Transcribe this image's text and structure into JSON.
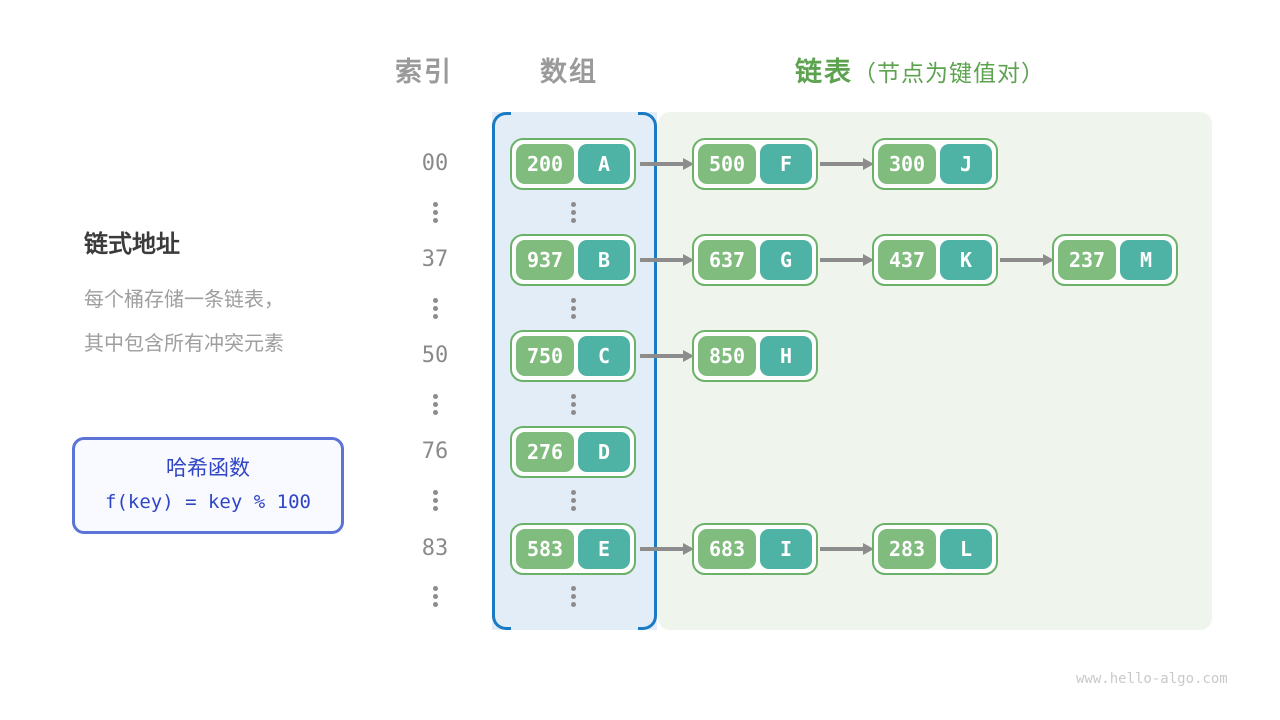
{
  "headers": {
    "index": "索引",
    "array": "数组",
    "list": "链表",
    "list_note": "（节点为键值对）"
  },
  "sidebar": {
    "title": "链式地址",
    "desc_line1": "每个桶存储一条链表，",
    "desc_line2": "其中包含所有冲突元素",
    "hash_box": {
      "title": "哈希函数",
      "formula": "f(key) = key % 100"
    }
  },
  "diagram": {
    "rows": [
      {
        "index": "00",
        "bucket": {
          "key": "200",
          "val": "A"
        },
        "chain": [
          {
            "key": "500",
            "val": "F"
          },
          {
            "key": "300",
            "val": "J"
          }
        ]
      },
      {
        "index": "37",
        "bucket": {
          "key": "937",
          "val": "B"
        },
        "chain": [
          {
            "key": "637",
            "val": "G"
          },
          {
            "key": "437",
            "val": "K"
          },
          {
            "key": "237",
            "val": "M"
          }
        ]
      },
      {
        "index": "50",
        "bucket": {
          "key": "750",
          "val": "C"
        },
        "chain": [
          {
            "key": "850",
            "val": "H"
          }
        ]
      },
      {
        "index": "76",
        "bucket": {
          "key": "276",
          "val": "D"
        },
        "chain": []
      },
      {
        "index": "83",
        "bucket": {
          "key": "583",
          "val": "E"
        },
        "chain": [
          {
            "key": "683",
            "val": "I"
          },
          {
            "key": "283",
            "val": "L"
          }
        ]
      }
    ]
  },
  "footer": {
    "watermark": "www.hello-algo.com"
  },
  "colors": {
    "green_text": "#5ca24f",
    "green_panel": "#eff5ed",
    "node_border": "#6bb169",
    "node_key": "#80bc7e",
    "node_val": "#4eb2a4",
    "array_fill": "#e2edf8",
    "array_stroke": "#1b7ac4",
    "blue_box_border": "#5b74d6",
    "blue_box_text": "#2f45c6",
    "gray_index": "#8a8a8a",
    "gray_header": "#9a9a9a"
  }
}
